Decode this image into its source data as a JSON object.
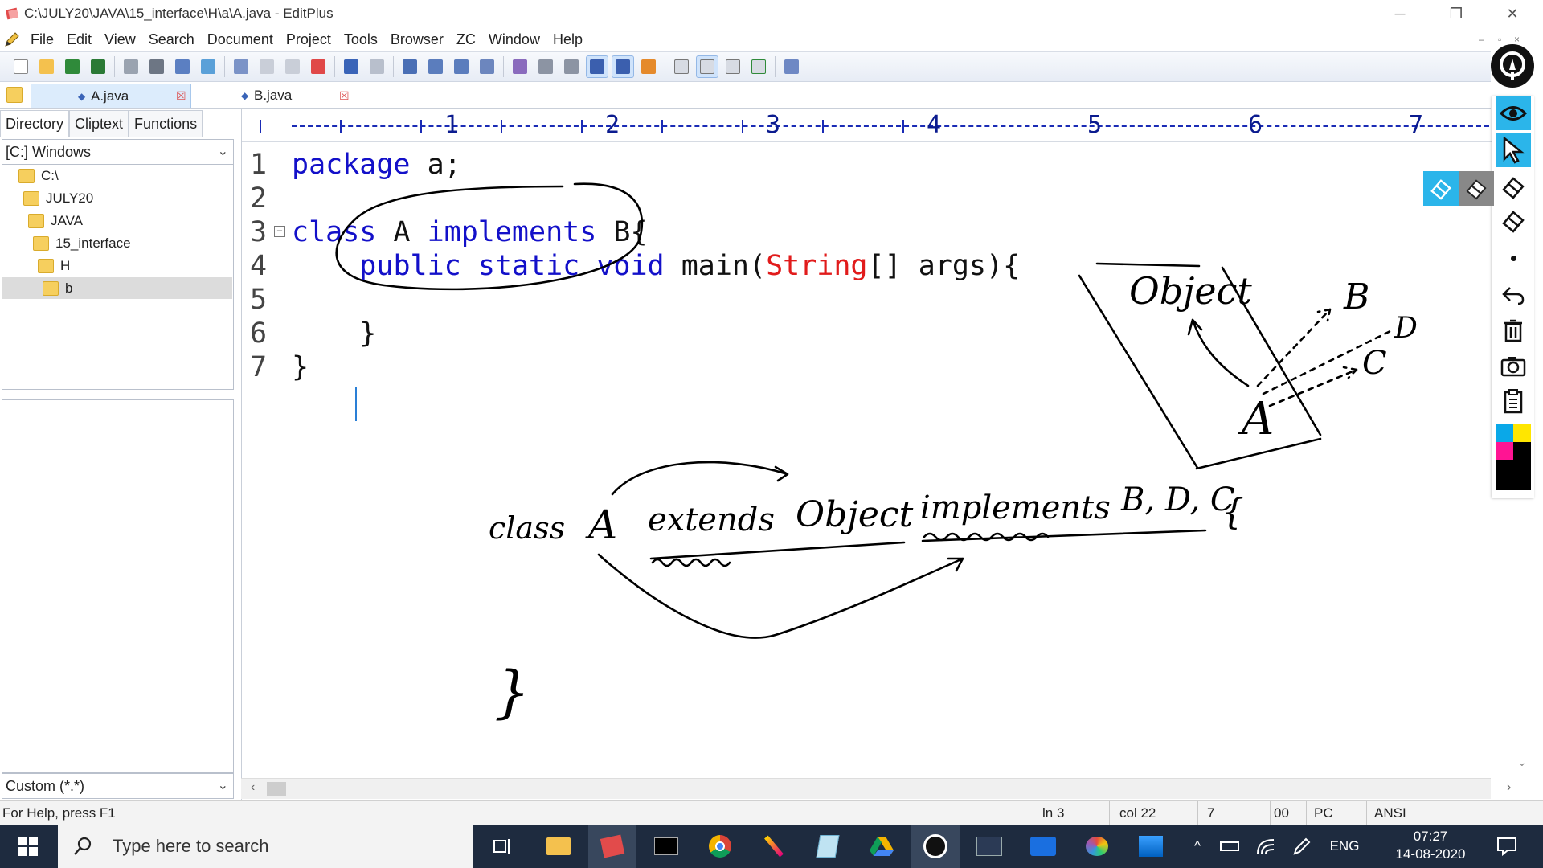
{
  "window": {
    "title": "C:\\JULY20\\JAVA\\15_interface\\H\\a\\A.java - EditPlus",
    "minimize_glyph": "─",
    "restore_glyph": "❐",
    "close_glyph": "✕"
  },
  "menu": [
    "File",
    "Edit",
    "View",
    "Search",
    "Document",
    "Project",
    "Tools",
    "Browser",
    "ZC",
    "Window",
    "Help"
  ],
  "mdi_controls": [
    "–",
    "▫",
    "×"
  ],
  "tabs": [
    {
      "label": "A.java",
      "active": true
    },
    {
      "label": "B.java",
      "active": false
    }
  ],
  "tab_close_glyph": "☒",
  "left_panel": {
    "tabs": [
      "Directory",
      "Cliptext",
      "Functions"
    ],
    "drive": "[C:] Windows",
    "tree": [
      "C:\\",
      "JULY20",
      "JAVA",
      "15_interface",
      "H",
      "b"
    ],
    "filter": "Custom (*.*)",
    "chevron": "⌄"
  },
  "ruler": {
    "numbers": [
      "1",
      "2",
      "3",
      "4",
      "5",
      "6",
      "7"
    ]
  },
  "editor": {
    "lines": [
      {
        "n": "1",
        "tokens": [
          {
            "t": "package",
            "c": "kw"
          },
          {
            "t": " a;",
            "c": "plain"
          }
        ]
      },
      {
        "n": "2",
        "tokens": []
      },
      {
        "n": "3",
        "tokens": [
          {
            "t": "class",
            "c": "kw"
          },
          {
            "t": " A ",
            "c": "plain"
          },
          {
            "t": "implements",
            "c": "kw"
          },
          {
            "t": " B{",
            "c": "plain"
          }
        ]
      },
      {
        "n": "4",
        "tokens": [
          {
            "t": "    ",
            "c": "plain"
          },
          {
            "t": "public",
            "c": "kw"
          },
          {
            "t": " ",
            "c": "plain"
          },
          {
            "t": "static",
            "c": "kw"
          },
          {
            "t": " ",
            "c": "plain"
          },
          {
            "t": "void",
            "c": "kw"
          },
          {
            "t": " main(",
            "c": "plain"
          },
          {
            "t": "String",
            "c": "str"
          },
          {
            "t": "[] args){",
            "c": "plain"
          }
        ]
      },
      {
        "n": "5",
        "tokens": []
      },
      {
        "n": "6",
        "tokens": [
          {
            "t": "    }",
            "c": "plain"
          }
        ]
      },
      {
        "n": "7",
        "tokens": [
          {
            "t": "}",
            "c": "plain"
          }
        ]
      }
    ],
    "fold_glyph": "−"
  },
  "handwriting": {
    "object_box": "Object",
    "b": "B",
    "d": "D",
    "c": "C",
    "a": "A",
    "class_word": "class",
    "class_a": "A",
    "extends": "extends",
    "object": "Object",
    "implements": "implements",
    "bdc": "B, D, C",
    "open_brace": "{",
    "close_brace": "}"
  },
  "status": {
    "help": "For Help, press F1",
    "line": "ln 3",
    "col": "col 22",
    "n7": "7",
    "n00": "00",
    "pc": "PC",
    "enc": "ANSI"
  },
  "taskbar": {
    "search_placeholder": "Type here to search",
    "lang": "ENG",
    "time": "07:27",
    "date": "14-08-2020"
  },
  "colors": {
    "keyword": "#1310c9",
    "string": "#e11b1b",
    "ruler": "#1a2bb5",
    "accent": "#2bb5ea",
    "taskbar": "#1e2b3f"
  }
}
